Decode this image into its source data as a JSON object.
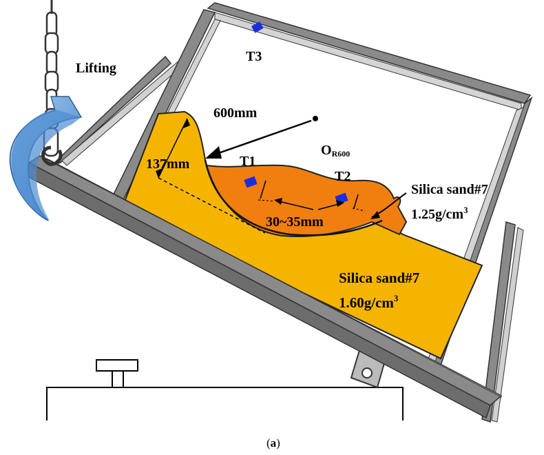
{
  "labels": {
    "lifting": "Lifting",
    "t1": "T1",
    "t2": "T2",
    "t3": "T3",
    "radius": "600mm",
    "origin": "O",
    "origin_sub": "R600",
    "depth": "137mm",
    "thickness": "30~35mm",
    "upper_sand_name": "Silica sand#7",
    "upper_sand_density": "1.25g/cm",
    "lower_sand_name": "Silica sand#7",
    "lower_sand_density": "1.60g/cm",
    "cube_exp": "3",
    "caption_open": "(",
    "caption_letter": "a",
    "caption_close": ")"
  },
  "colors": {
    "lower_sand": "#f5b400",
    "upper_sand": "#f07f10",
    "frame": "#555555",
    "frame_light": "#8a8a8a",
    "sensor": "#1a2ee0",
    "arrow": "#5b9bd5"
  }
}
